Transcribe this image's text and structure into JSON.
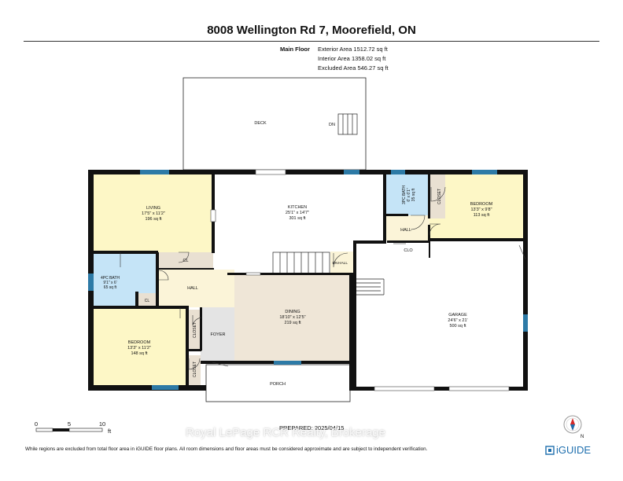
{
  "header": {
    "title": "8008 Wellington Rd 7, Moorefield, ON"
  },
  "areas": {
    "floor_label": "Main Floor",
    "exterior": "Exterior Area 1512.72 sq ft",
    "interior": "Interior Area 1358.02 sq ft",
    "excluded": "Excluded Area 546.27 sq ft"
  },
  "colors": {
    "wall": "#111111",
    "living": "#fdf7c6",
    "bath": "#c5e4f7",
    "foyer": "#e4e4e4",
    "hall": "#fbf4d8",
    "dining": "#efe6d7",
    "closet": "#e9e0d2",
    "window": "#2d7aa6",
    "white": "#ffffff"
  },
  "rooms": {
    "deck": {
      "name": "DECK",
      "label_dn": "DN"
    },
    "living": {
      "name": "LIVING",
      "dims": "17'5\" x 11'2\"",
      "area": "196 sq ft"
    },
    "kitchen": {
      "name": "KITCHEN",
      "dims": "25'1\" x 14'7\"",
      "area": "301 sq ft"
    },
    "bath3": {
      "name": "3PC BATH",
      "dims": "6' x 6'1\"",
      "area": "35 sq ft"
    },
    "closet_top": {
      "name": "CLOSET"
    },
    "bedroom1": {
      "name": "BEDROOM",
      "dims": "13'3\" x 9'8\"",
      "area": "113 sq ft"
    },
    "hall_top": {
      "name": "HALL"
    },
    "clo": {
      "name": "CLO"
    },
    "cl1": {
      "name": "CL"
    },
    "cl2": {
      "name": "CL"
    },
    "bath4": {
      "name": "4PC BATH",
      "dims": "9'1\" x 6'",
      "area": "65 sq ft"
    },
    "hall_left": {
      "name": "HALL"
    },
    "dn_hall": {
      "name": "DN",
      "sub": "HALL"
    },
    "dining": {
      "name": "DINING",
      "dims": "18'10\" x 12'5\"",
      "area": "219 sq ft"
    },
    "garage": {
      "name": "GARAGE",
      "dims": "24'6\" x 21'",
      "area": "500 sq ft"
    },
    "bedroom2": {
      "name": "BEDROOM",
      "dims": "13'3\" x 11'2\"",
      "area": "148 sq ft"
    },
    "closet_a": {
      "name": "CLOSET"
    },
    "closet_b": {
      "name": "CLOSET"
    },
    "foyer": {
      "name": "FOYER"
    },
    "porch": {
      "name": "PORCH"
    }
  },
  "scale": {
    "t0": "0",
    "t5": "5",
    "t10": "10",
    "unit": "ft"
  },
  "compass": {
    "label": "N"
  },
  "prepared": "PREPARED: 2025/04/15",
  "watermark": "Royal LePage RCR Realty, Brokerage",
  "footer": {
    "note": "While regions are excluded from total floor area in iGUIDE floor plans. All room dimensions and floor areas must be considered approximate and are subject to independent verification."
  },
  "brand": {
    "name": "iGUIDE"
  }
}
